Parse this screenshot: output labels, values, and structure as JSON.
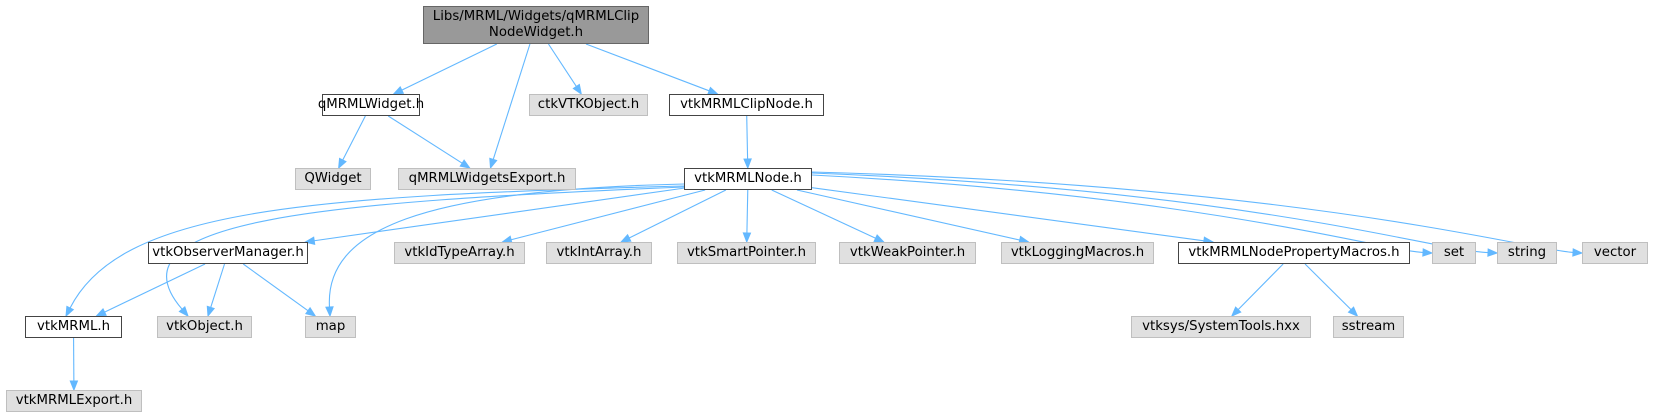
{
  "diagram": {
    "title": "",
    "colors": {
      "edge": "#63b8ff",
      "root_fill": "#999999",
      "external_fill": "#e0e0e0",
      "local_fill": "#ffffff"
    },
    "nodes": [
      {
        "id": "root",
        "label": "Libs/MRML/Widgets/qMRMLClip NodeWidget.h",
        "kind": "root"
      },
      {
        "id": "qmrmlwidget",
        "label": "qMRMLWidget.h",
        "kind": "local"
      },
      {
        "id": "ctkvtkobject",
        "label": "ctkVTKObject.h",
        "kind": "external"
      },
      {
        "id": "vtkmrmlclipnode",
        "label": "vtkMRMLClipNode.h",
        "kind": "local"
      },
      {
        "id": "qwidget",
        "label": "QWidget",
        "kind": "external"
      },
      {
        "id": "qmrmlwidgetsexport",
        "label": "qMRMLWidgetsExport.h",
        "kind": "external"
      },
      {
        "id": "vtkmrmlnode",
        "label": "vtkMRMLNode.h",
        "kind": "local"
      },
      {
        "id": "vtkobservermanager",
        "label": "vtkObserverManager.h",
        "kind": "local"
      },
      {
        "id": "vtkidtypearray",
        "label": "vtkIdTypeArray.h",
        "kind": "external"
      },
      {
        "id": "vtkintarray",
        "label": "vtkIntArray.h",
        "kind": "external"
      },
      {
        "id": "vtksmartpointer",
        "label": "vtkSmartPointer.h",
        "kind": "external"
      },
      {
        "id": "vtkweakpointer",
        "label": "vtkWeakPointer.h",
        "kind": "external"
      },
      {
        "id": "vtkloggingmacros",
        "label": "vtkLoggingMacros.h",
        "kind": "external"
      },
      {
        "id": "vtkmrmlnodepropertymacros",
        "label": "vtkMRMLNodePropertyMacros.h",
        "kind": "local"
      },
      {
        "id": "set",
        "label": "set",
        "kind": "external"
      },
      {
        "id": "string",
        "label": "string",
        "kind": "external"
      },
      {
        "id": "vector",
        "label": "vector",
        "kind": "external"
      },
      {
        "id": "vtkmrml",
        "label": "vtkMRML.h",
        "kind": "local"
      },
      {
        "id": "vtkobject",
        "label": "vtkObject.h",
        "kind": "external"
      },
      {
        "id": "map",
        "label": "map",
        "kind": "external"
      },
      {
        "id": "systemtools",
        "label": "vtksys/SystemTools.hxx",
        "kind": "external"
      },
      {
        "id": "sstream",
        "label": "sstream",
        "kind": "external"
      },
      {
        "id": "vtkmrmlexport",
        "label": "vtkMRMLExport.h",
        "kind": "external"
      }
    ],
    "edges": [
      {
        "from": "root",
        "to": "qmrmlwidget"
      },
      {
        "from": "root",
        "to": "qmrmlwidgetsexport"
      },
      {
        "from": "root",
        "to": "ctkvtkobject"
      },
      {
        "from": "root",
        "to": "vtkmrmlclipnode"
      },
      {
        "from": "qmrmlwidget",
        "to": "qwidget"
      },
      {
        "from": "qmrmlwidget",
        "to": "qmrmlwidgetsexport"
      },
      {
        "from": "vtkmrmlclipnode",
        "to": "vtkmrmlnode"
      },
      {
        "from": "vtkmrmlnode",
        "to": "vtkmrml"
      },
      {
        "from": "vtkmrmlnode",
        "to": "vtkobject"
      },
      {
        "from": "vtkmrmlnode",
        "to": "map"
      },
      {
        "from": "vtkmrmlnode",
        "to": "vtkobservermanager"
      },
      {
        "from": "vtkmrmlnode",
        "to": "vtkidtypearray"
      },
      {
        "from": "vtkmrmlnode",
        "to": "vtkintarray"
      },
      {
        "from": "vtkmrmlnode",
        "to": "vtksmartpointer"
      },
      {
        "from": "vtkmrmlnode",
        "to": "vtkweakpointer"
      },
      {
        "from": "vtkmrmlnode",
        "to": "vtkloggingmacros"
      },
      {
        "from": "vtkmrmlnode",
        "to": "vtkmrmlnodepropertymacros"
      },
      {
        "from": "vtkmrmlnode",
        "to": "set"
      },
      {
        "from": "vtkmrmlnode",
        "to": "string"
      },
      {
        "from": "vtkmrmlnode",
        "to": "vector"
      },
      {
        "from": "vtkobservermanager",
        "to": "vtkmrml"
      },
      {
        "from": "vtkobservermanager",
        "to": "vtkobject"
      },
      {
        "from": "vtkobservermanager",
        "to": "map"
      },
      {
        "from": "vtkmrmlnodepropertymacros",
        "to": "systemtools"
      },
      {
        "from": "vtkmrmlnodepropertymacros",
        "to": "sstream"
      },
      {
        "from": "vtkmrml",
        "to": "vtkmrmlexport"
      }
    ]
  }
}
